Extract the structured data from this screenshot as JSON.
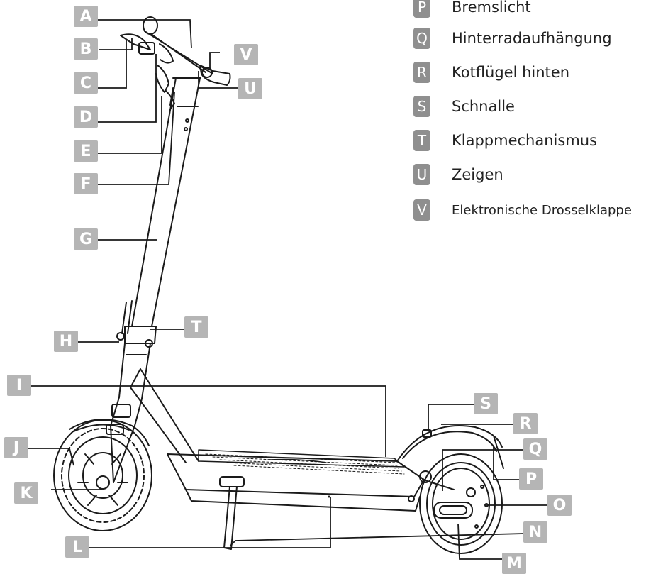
{
  "diagram": {
    "markers": [
      "A",
      "B",
      "C",
      "D",
      "E",
      "F",
      "G",
      "H",
      "I",
      "J",
      "K",
      "L",
      "M",
      "N",
      "O",
      "P",
      "Q",
      "R",
      "S",
      "T",
      "U",
      "V"
    ],
    "legend": [
      {
        "letter": "P",
        "text": "Bremslicht"
      },
      {
        "letter": "Q",
        "text": "Hinterradaufhängung"
      },
      {
        "letter": "R",
        "text": "Kotflügel hinten"
      },
      {
        "letter": "S",
        "text": "Schnalle"
      },
      {
        "letter": "T",
        "text": "Klappmechanismus"
      },
      {
        "letter": "U",
        "text": "Zeigen"
      },
      {
        "letter": "V",
        "text": "Elektronische Drosselklappe"
      }
    ]
  },
  "colors": {
    "marker_bg": "#b5b5b5",
    "legend_badge_bg": "#8f8f8f",
    "line": "#1a1a1a",
    "text": "#222222"
  }
}
